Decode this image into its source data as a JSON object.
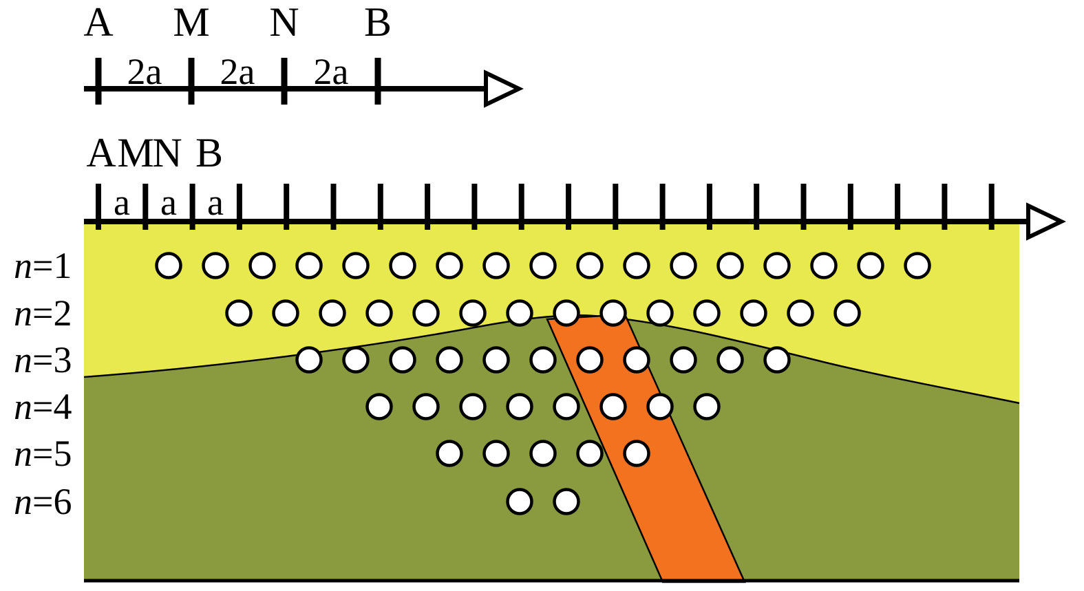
{
  "figure": {
    "top_ruler": {
      "electrodes": [
        "A",
        "M",
        "N",
        "B"
      ],
      "spacings": [
        "2a",
        "2a",
        "2a"
      ]
    },
    "survey_ruler": {
      "electrodes": [
        "A",
        "M",
        "N",
        "B"
      ],
      "spacings": [
        "a",
        "a",
        "a"
      ],
      "tick_count": 20
    },
    "pseudosection": {
      "rows": [
        {
          "label": "n=1",
          "points": 17
        },
        {
          "label": "n=2",
          "points": 14
        },
        {
          "label": "n=3",
          "points": 11
        },
        {
          "label": "n=4",
          "points": 8
        },
        {
          "label": "n=5",
          "points": 5
        },
        {
          "label": "n=6",
          "points": 2
        }
      ]
    },
    "colors": {
      "upper_layer": "#e8e94e",
      "lower_layer": "#8a9a3f",
      "dike": "#f2721f",
      "datapoint_fill": "#ffffff",
      "ink": "#000000"
    }
  }
}
